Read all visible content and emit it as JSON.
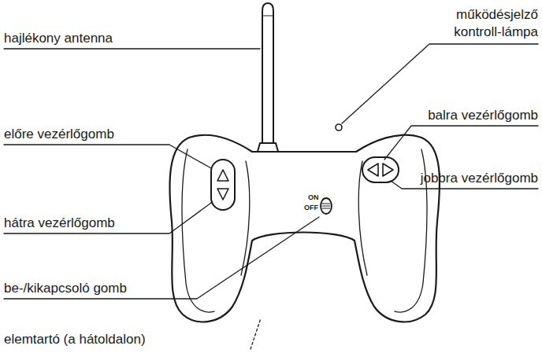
{
  "diagram": {
    "labels": [
      "hajlékony antenna",
      "működésjelző kontroll-lámpa",
      "előre vezérlőgomb",
      "balra vezérlőgomb",
      "jobbra vezérlőgomb",
      "hátra vezérlőgomb",
      "be-/kikapcsoló gomb",
      "elemtartó (a hátoldalon)",
      "ON",
      "OFF"
    ]
  }
}
